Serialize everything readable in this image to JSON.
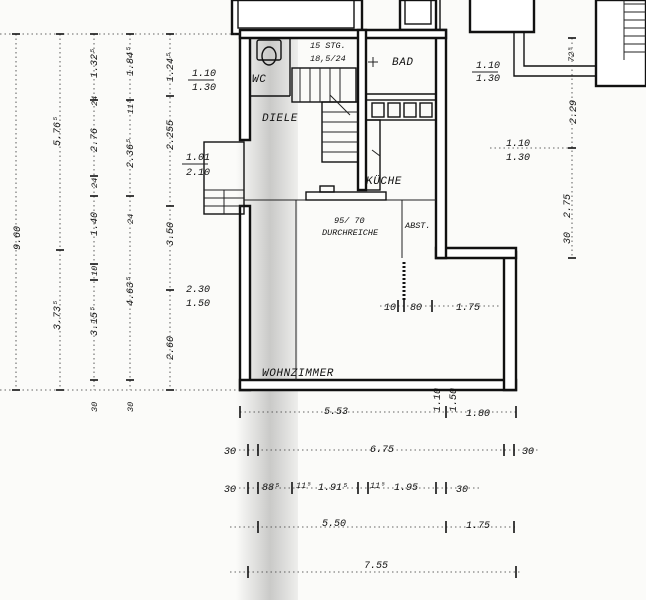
{
  "rooms": {
    "wc": "WC",
    "diele": "DIELE",
    "bad": "BAD",
    "kueche": "KÜCHE",
    "abst": "ABST.",
    "wohnzimmer": "WOHNZIMMER",
    "durchreiche": "DURCHREICHE",
    "durchreiche_size": "95/ 70"
  },
  "stairs": {
    "steps": "15 STG.",
    "ratio": "18,5/24"
  },
  "openings": {
    "wc_window": {
      "w": "1.10",
      "h": "1.30"
    },
    "right_upper_window": {
      "w": "1.10",
      "h": "1.30"
    },
    "right_mid_window": {
      "w": "1.10",
      "h": "1.30"
    },
    "left_entry": {
      "w": "1.01",
      "h": "2.10"
    },
    "left_window": {
      "w": "2.30",
      "h": "1.50"
    },
    "bottom_window": {
      "w": "1.10",
      "h": "1.50"
    }
  },
  "dims_left": {
    "total": "9.60",
    "c1": [
      "5.76⁵",
      "3.73⁵"
    ],
    "c2": [
      "1.32⁵",
      "24",
      "2.76",
      "24",
      "1.40",
      "10",
      "3.15⁵",
      "30"
    ],
    "c3": [
      "1.84⁵",
      "11⁵",
      "2.36⁵",
      "24",
      "4.63⁵",
      "30"
    ],
    "c4": [
      "1.24⁵",
      "2.255",
      "3.50",
      "2.60"
    ]
  },
  "dims_right": {
    "r1": "72⁵",
    "r2": "2.29",
    "r3": [
      "30",
      "2.75"
    ]
  },
  "dims_interior": [
    "10",
    "80",
    "1.75"
  ],
  "dims_bottom": {
    "row1": [
      "5.53",
      "1.80"
    ],
    "row2": [
      "30",
      "6.75",
      "30"
    ],
    "row3": [
      "30",
      "88⁵",
      "11⁵",
      "1.91⁵",
      "11⁵",
      "1.95",
      "30"
    ],
    "row4": [
      "5.50",
      "1.75"
    ],
    "row5": "7.55"
  }
}
